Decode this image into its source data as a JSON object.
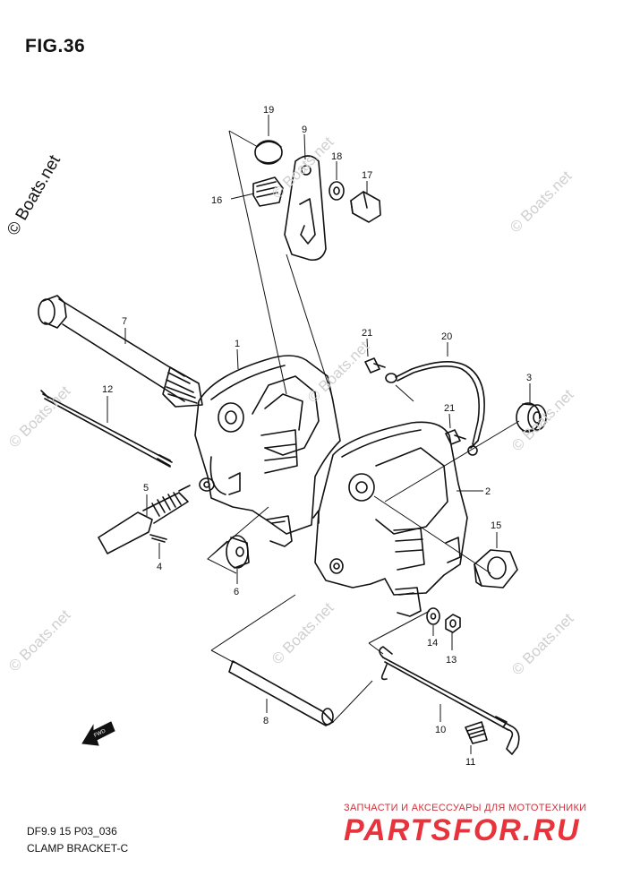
{
  "figure": {
    "title": "FIG.36",
    "code": "DF9.9 15 P03_036",
    "name": "CLAMP BRACKET-C"
  },
  "watermark": {
    "text": "© Boats.net"
  },
  "promo": {
    "tagline": "ЗАПЧАСТИ И АКСЕССУАРЫ ДЛЯ МОТОТЕХНИКИ",
    "brand": "PARTSFOR.RU",
    "color": "#e8323c"
  },
  "direction": {
    "label": "FWD"
  },
  "parts": [
    "1",
    "2",
    "3",
    "4",
    "5",
    "6",
    "7",
    "8",
    "9",
    "10",
    "11",
    "12",
    "13",
    "14",
    "15",
    "16",
    "17",
    "18",
    "19",
    "20",
    "21",
    "21"
  ]
}
